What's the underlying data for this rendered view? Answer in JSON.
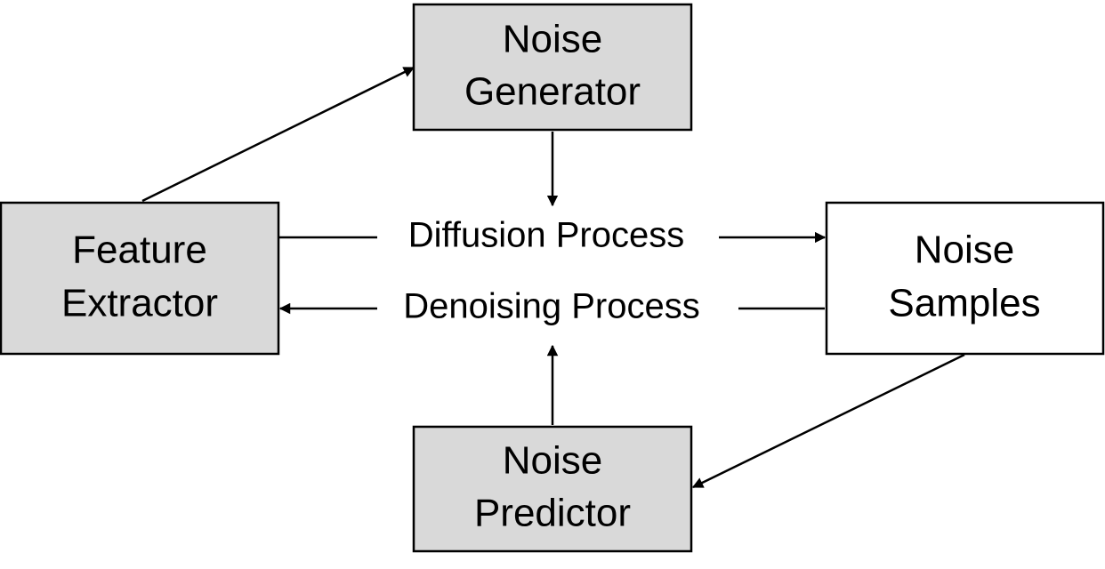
{
  "colors": {
    "shaded_fill": "#d9d9d9",
    "plain_fill": "#ffffff",
    "stroke": "#000000"
  },
  "nodes": {
    "noise_generator": {
      "line1": "Noise",
      "line2": "Generator"
    },
    "feature_extractor": {
      "line1": "Feature",
      "line2": "Extractor"
    },
    "noise_samples": {
      "line1": "Noise",
      "line2": "Samples"
    },
    "noise_predictor": {
      "line1": "Noise",
      "line2": "Predictor"
    }
  },
  "processes": {
    "diffusion": "Diffusion Process",
    "denoising": "Denoising Process"
  }
}
